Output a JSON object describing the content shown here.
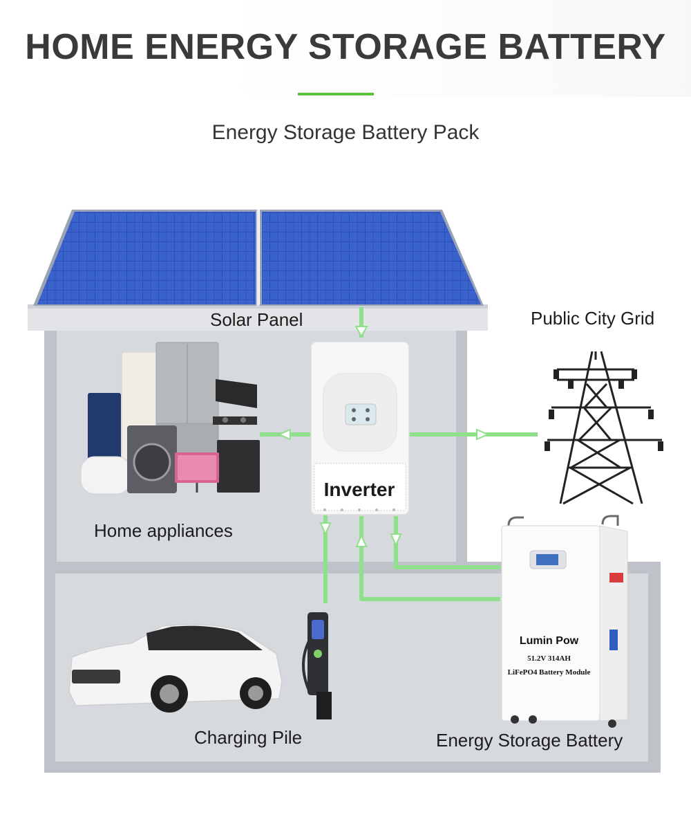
{
  "header": {
    "title": "HOME ENERGY STORAGE BATTERY",
    "subtitle": "Energy Storage Battery Pack"
  },
  "labels": {
    "solar_panel": "Solar Panel",
    "public_grid": "Public City Grid",
    "inverter": "Inverter",
    "home_appliances": "Home appliances",
    "charging_pile": "Charging Pile",
    "energy_storage_battery": "Energy Storage Battery"
  },
  "battery": {
    "brand": "Lumin Pow",
    "spec": "51.2V 314AH",
    "model": "LiFePO4 Battery Module"
  },
  "colors": {
    "accent_green": "#5cc23c",
    "flow_green": "#8fe08a",
    "house_wall": "#d3d6db",
    "solar_blue": "#2b4fb8"
  }
}
